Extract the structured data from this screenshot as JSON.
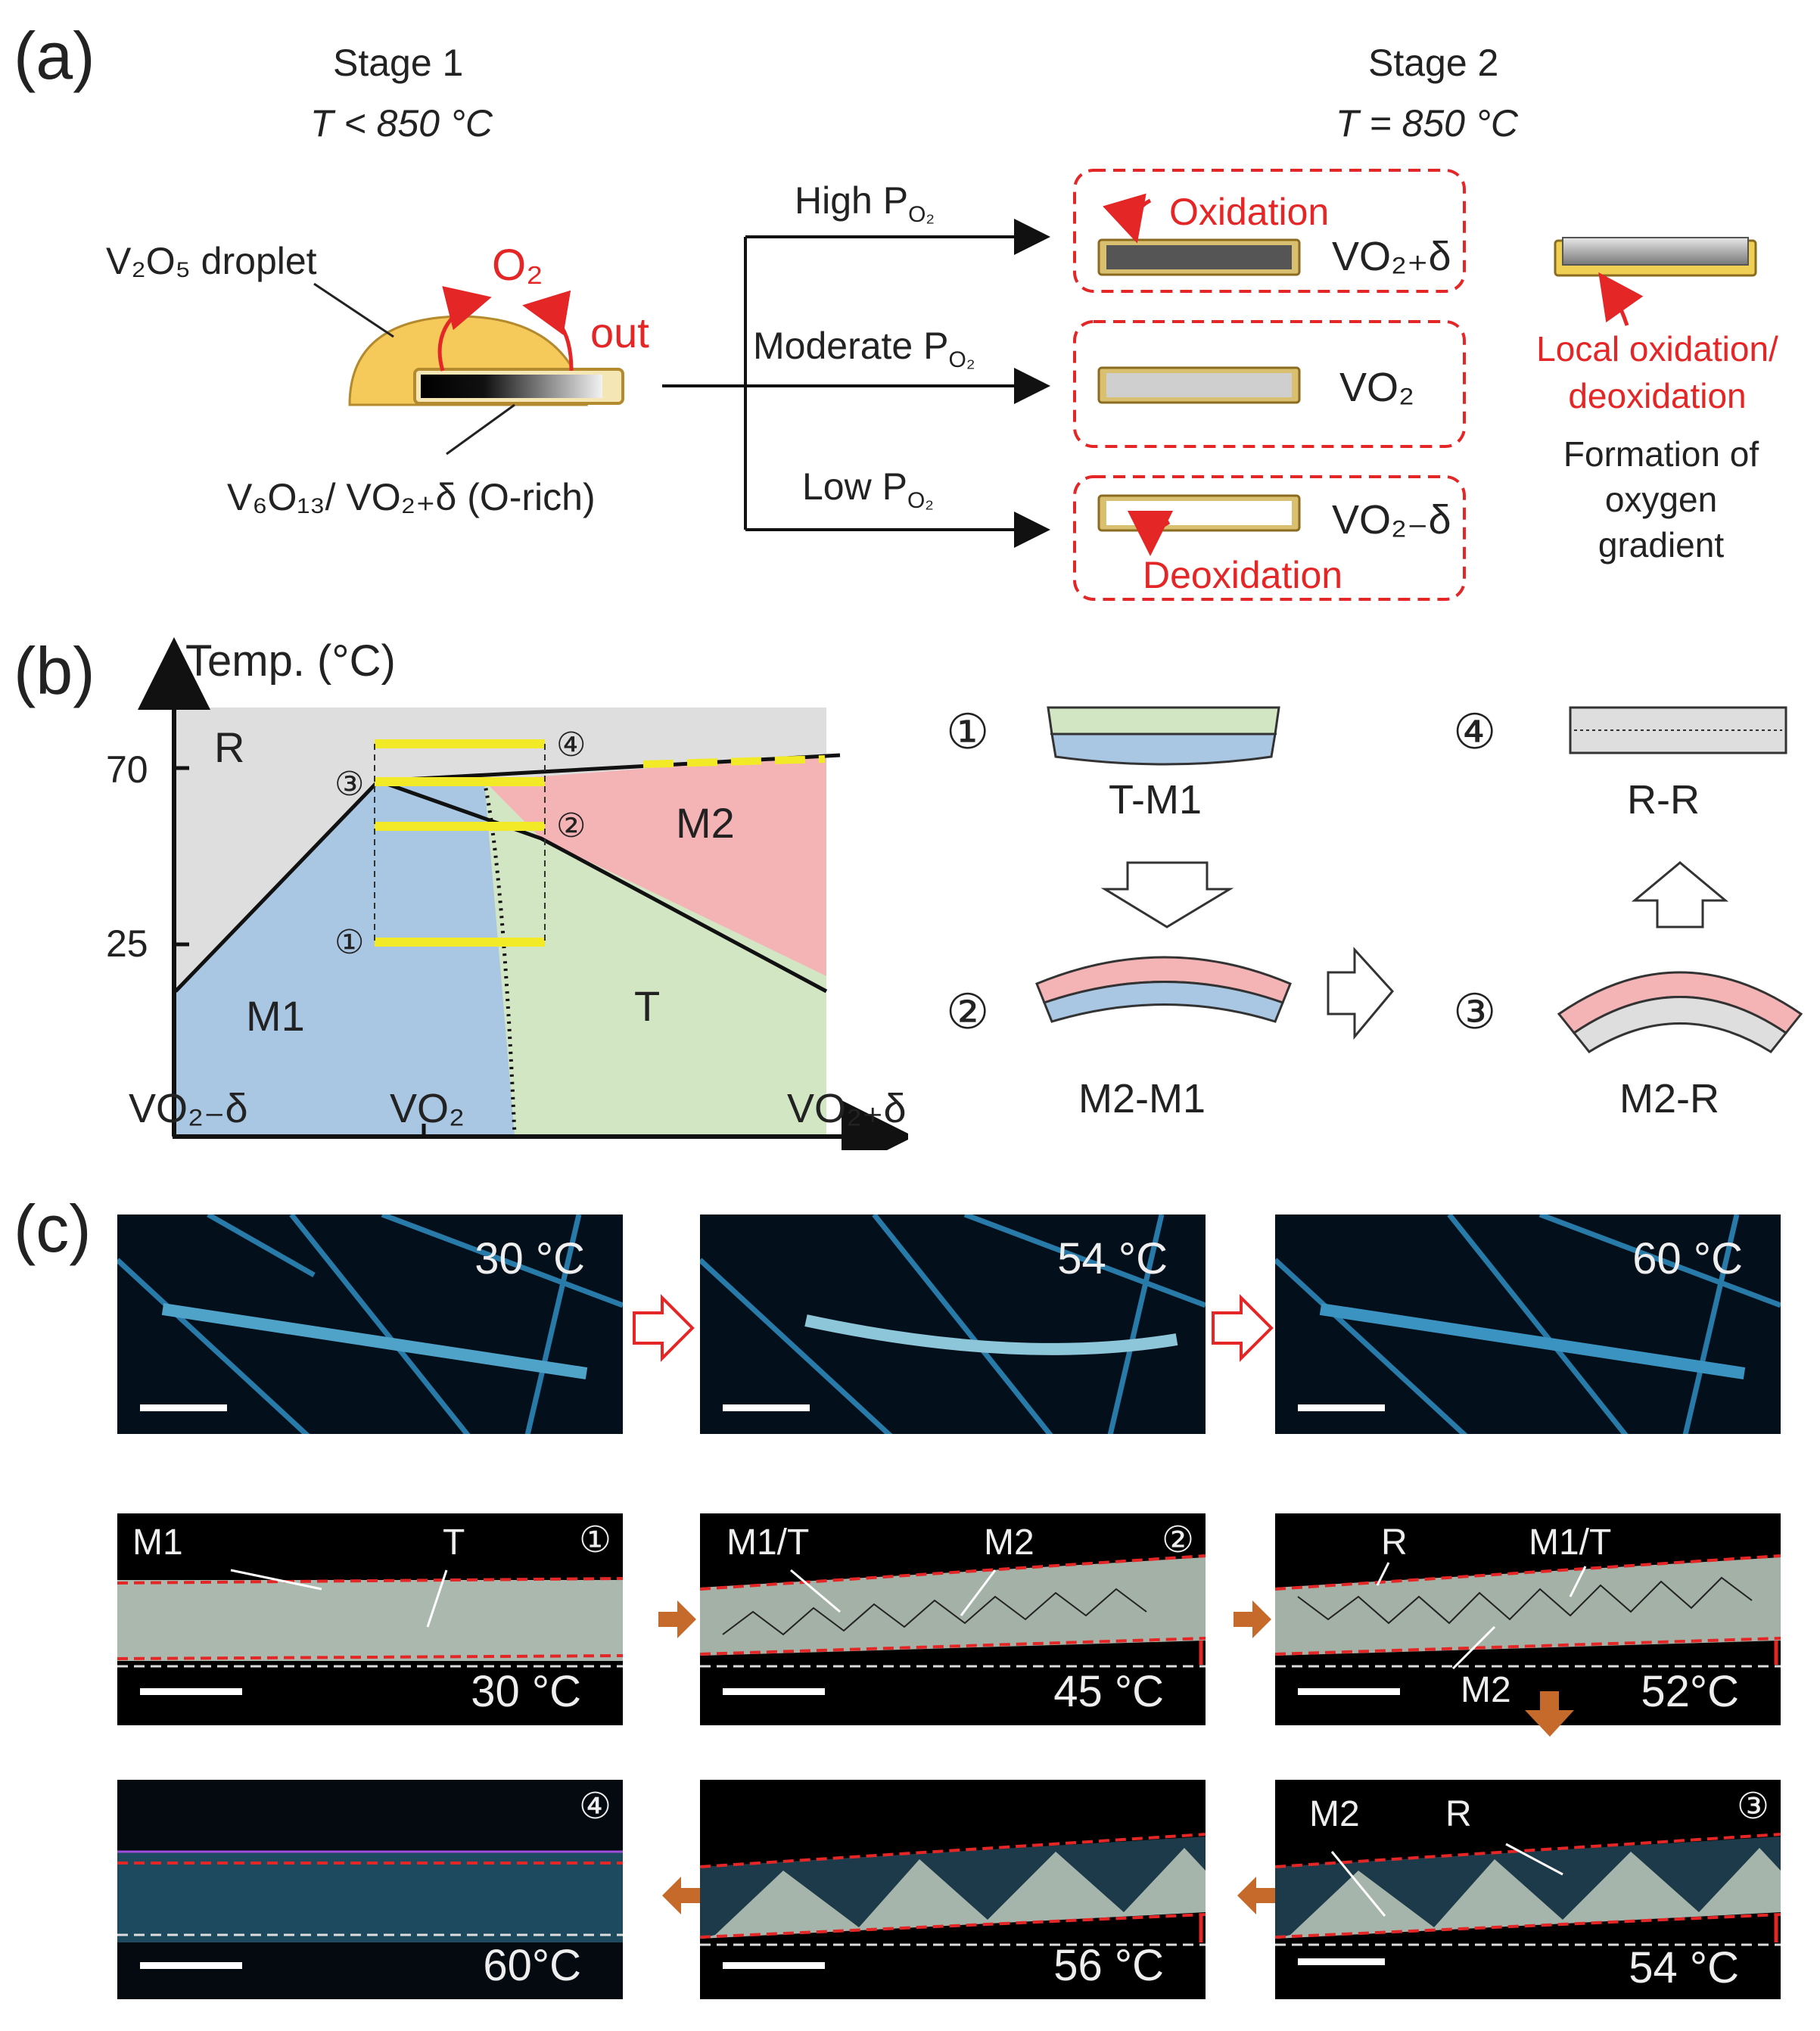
{
  "panel_a": {
    "label": "(a)",
    "stage1_title": "Stage 1",
    "stage1_temp": "T < 850 °C",
    "stage2_title": "Stage 2",
    "stage2_temp": "T = 850 °C",
    "droplet_label": "V₂O₅ droplet",
    "o2_label": "O₂",
    "out_label": "out",
    "wire_label": "V₆O₁₃/ VO₂₊δ (O-rich)",
    "branches": [
      {
        "label": "High P",
        "sub": "O₂",
        "product": "VO₂₊δ",
        "process": "Oxidation"
      },
      {
        "label": "Moderate P",
        "sub": "O₂",
        "product": "VO₂",
        "process": ""
      },
      {
        "label": "Low P",
        "sub": "O₂",
        "product": "VO₂₋δ",
        "process": "Deoxidation"
      }
    ],
    "local_label": "Local oxidation/ deoxidation",
    "gradient_label": "Formation of oxygen gradient"
  },
  "panel_b": {
    "label": "(b)",
    "y_title": "Temp. (°C)",
    "y_ticks": [
      "70",
      "25"
    ],
    "x_ticks": [
      "VO₂₋δ",
      "VO₂",
      "VO₂₊δ"
    ],
    "regions": [
      "R",
      "M1",
      "M2",
      "T"
    ],
    "states": [
      {
        "num": "①",
        "name": "T-M1"
      },
      {
        "num": "②",
        "name": "M2-M1"
      },
      {
        "num": "③",
        "name": "M2-R"
      },
      {
        "num": "④",
        "name": "R-R"
      }
    ],
    "colors": {
      "R": "#dedede",
      "M1": "#a9c6e3",
      "M2": "#f4b4b6",
      "T": "#d2e6c4",
      "path": "#f2ea27"
    }
  },
  "panel_c": {
    "label": "(c)",
    "row1_temps": [
      "30 °C",
      "54 °C",
      "60 °C"
    ],
    "row2": [
      {
        "temp": "30 °C",
        "num": "①",
        "labels": [
          "M1",
          "T"
        ]
      },
      {
        "temp": "45 °C",
        "num": "②",
        "labels": [
          "M1/T",
          "M2"
        ]
      },
      {
        "temp": "52°C",
        "num": "",
        "labels": [
          "R",
          "M1/T",
          "M2"
        ]
      }
    ],
    "row3": [
      {
        "temp": "60°C",
        "num": "④",
        "labels": []
      },
      {
        "temp": "56 °C",
        "num": "",
        "labels": []
      },
      {
        "temp": "54 °C",
        "num": "③",
        "labels": [
          "M2",
          "R"
        ]
      }
    ]
  }
}
